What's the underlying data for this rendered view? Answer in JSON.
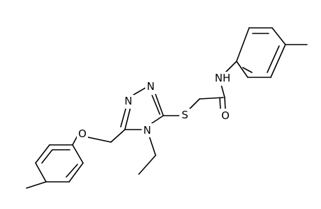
{
  "colors": {
    "background": "#ffffff",
    "bond": "#000000",
    "label": "#000000"
  },
  "labels": {
    "nh": "NH",
    "o_carbonyl": "O",
    "s": "S",
    "n1": "N",
    "n2": "N",
    "n4": "N",
    "o_ether": "O"
  }
}
